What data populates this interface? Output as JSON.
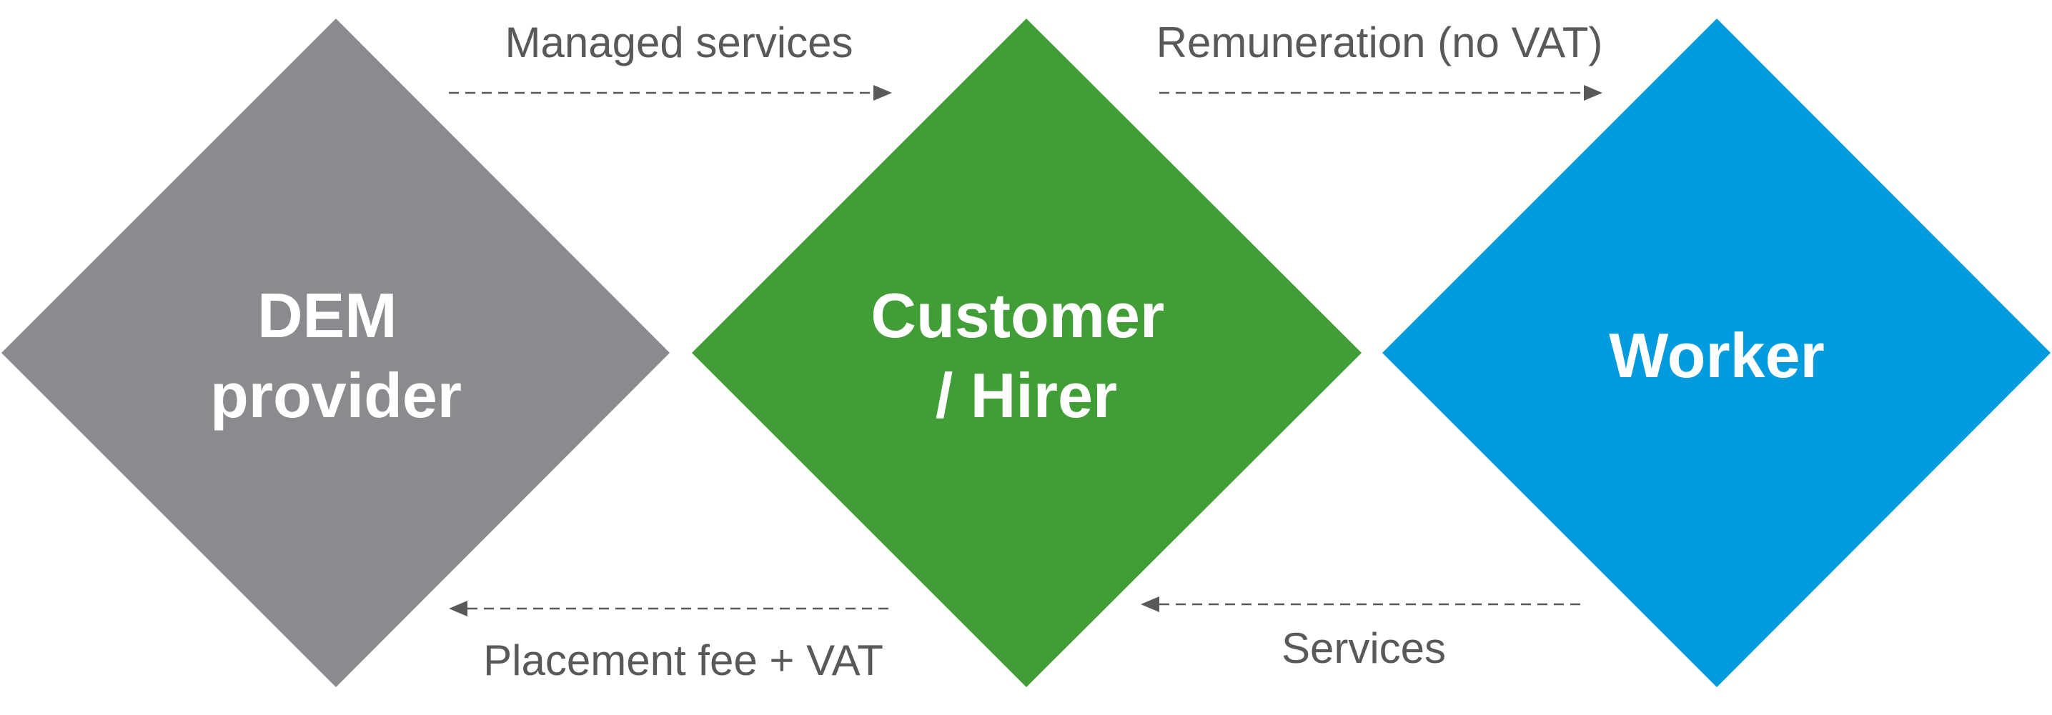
{
  "nodes": [
    {
      "id": "dem",
      "lines": [
        "DEM",
        "provider"
      ],
      "color": "#898b8e"
    },
    {
      "id": "customer",
      "lines": [
        "Customer",
        "/ Hirer"
      ],
      "color": "#419d35"
    },
    {
      "id": "worker",
      "lines": [
        "Worker"
      ],
      "color": "#029bdd"
    }
  ],
  "edges": [
    {
      "id": "managed-services",
      "from": "dem",
      "to": "customer",
      "label": "Managed services"
    },
    {
      "id": "remuneration",
      "from": "customer",
      "to": "worker",
      "label": "Remuneration (no VAT)"
    },
    {
      "id": "placement-fee",
      "from": "customer",
      "to": "dem",
      "label": "Placement fee + VAT"
    },
    {
      "id": "services",
      "from": "worker",
      "to": "customer",
      "label": "Services"
    }
  ]
}
